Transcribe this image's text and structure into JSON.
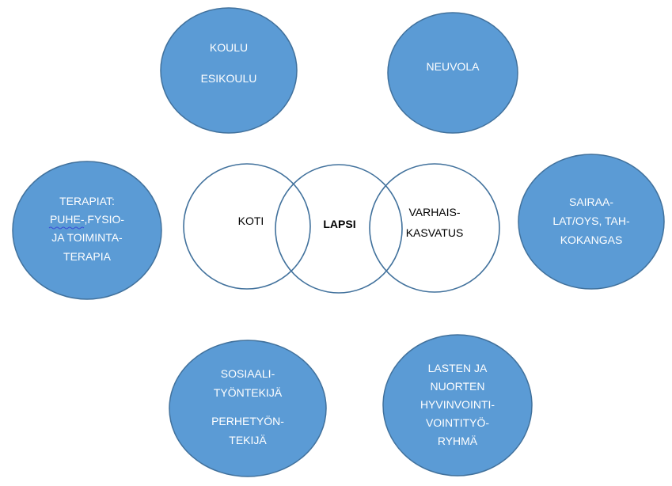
{
  "nodes": {
    "koulu": {
      "lines": [
        "KOULU",
        "ESIKOULU"
      ]
    },
    "neuvola": {
      "lines": [
        "NEUVOLA"
      ]
    },
    "terapiat": {
      "lines": [
        "TERAPIAT:",
        "PUHE-,FYSIO-",
        "JA TOIMINTA-",
        "TERAPIA"
      ]
    },
    "sairaalat": {
      "lines": [
        "SAIRAA-",
        "LAT/OYS, TAH-",
        "KOKANGAS"
      ]
    },
    "sosiaali": {
      "lines": [
        "SOSIAALI-",
        "TYÖNTEKIJÄ",
        "PERHETYÖN-",
        "TEKIJÄ"
      ]
    },
    "lasten": {
      "lines": [
        "LASTEN JA",
        "NUORTEN",
        "HYVINVOINTI-",
        "VOINTITYÖ-",
        "RYHMÄ"
      ]
    }
  },
  "center": {
    "koti": "KOTI",
    "lapsi": "LAPSI",
    "varhais": [
      "VARHAIS-",
      "KASVATUS"
    ]
  },
  "colors": {
    "node_fill": "#5b9bd5",
    "node_stroke": "#41719c",
    "spellcheck_underline": "#3a4fd6"
  }
}
